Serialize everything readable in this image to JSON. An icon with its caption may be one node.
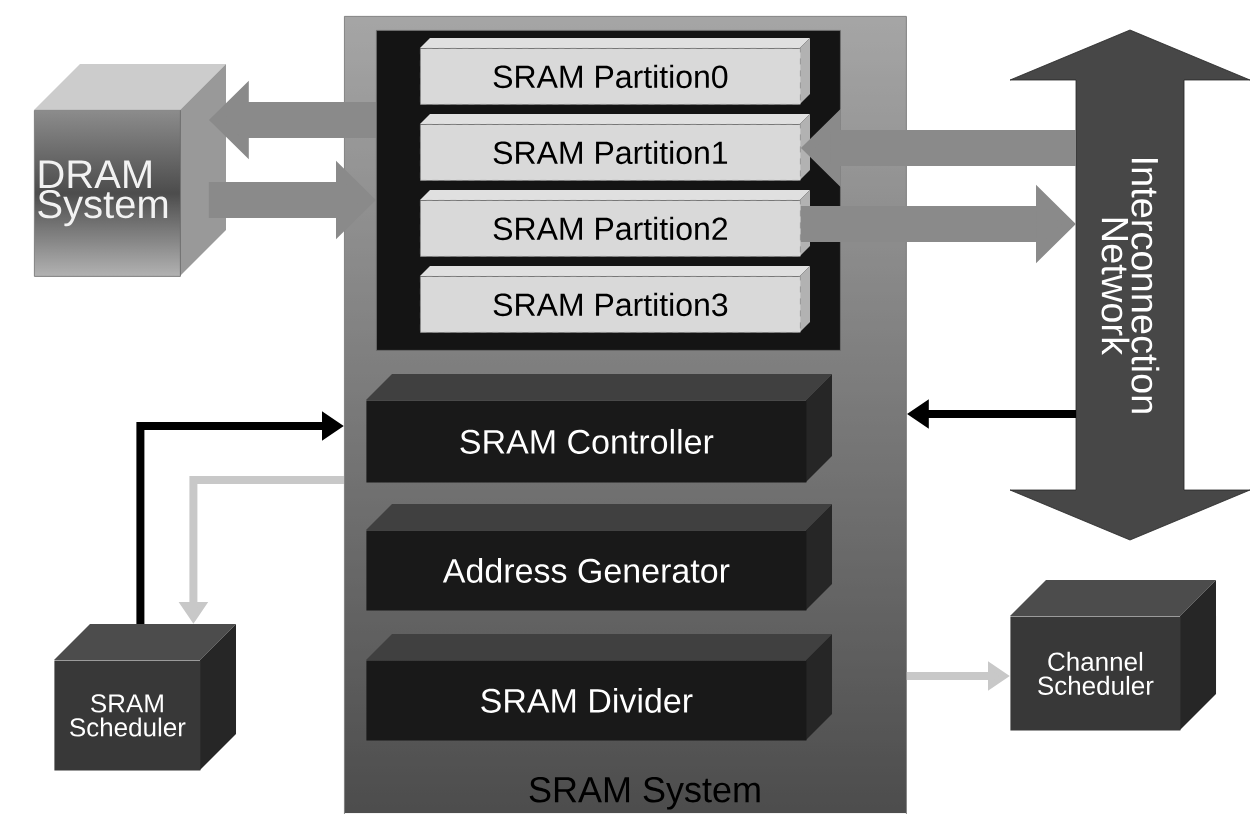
{
  "diagram": {
    "nodes": [
      {
        "text": [
          "SRAM System"
        ]
      },
      {
        "text": [],
        "shape": "box",
        "in": 0
      },
      {
        "text": [
          "SRAM Partition0"
        ],
        "in": 1
      },
      {
        "text": [
          "SRAM Partition1"
        ],
        "in": 1
      },
      {
        "text": [
          "SRAM Partition2"
        ],
        "in": 1
      },
      {
        "text": [
          "SRAM Partition3"
        ],
        "in": 1
      },
      {
        "text": [
          "SRAM Controller"
        ],
        "in": 0
      },
      {
        "text": [
          "Address Generator"
        ],
        "in": 0
      },
      {
        "text": [
          "SRAM Divider"
        ],
        "in": 0
      },
      {
        "text": [
          "DRAM System"
        ]
      },
      {
        "text": [
          "Interconnection Network"
        ]
      },
      {
        "text": [
          "SRAM Scheduler"
        ]
      },
      {
        "text": [
          "Channel Scheduler"
        ]
      }
    ],
    "edges": [
      {
        "from": 1,
        "to": 9,
        "arrow": "to",
        "style": "thick"
      },
      {
        "from": 9,
        "to": 1,
        "arrow": "to",
        "style": "thick"
      },
      {
        "from": 10,
        "to": 3,
        "arrow": "to",
        "style": "thick"
      },
      {
        "from": 4,
        "to": 10,
        "arrow": "to",
        "style": "thick"
      },
      {
        "from": 10,
        "to": 0,
        "arrow": "to",
        "color": "#000000"
      },
      {
        "from": 11,
        "to": 0,
        "arrow": "to",
        "color": "#000000"
      },
      {
        "from": 0,
        "to": 11,
        "arrow": "to",
        "color": "#c8c8c8"
      },
      {
        "from": 0,
        "to": 12,
        "arrow": "to",
        "color": "#c8c8c8"
      }
    ]
  }
}
